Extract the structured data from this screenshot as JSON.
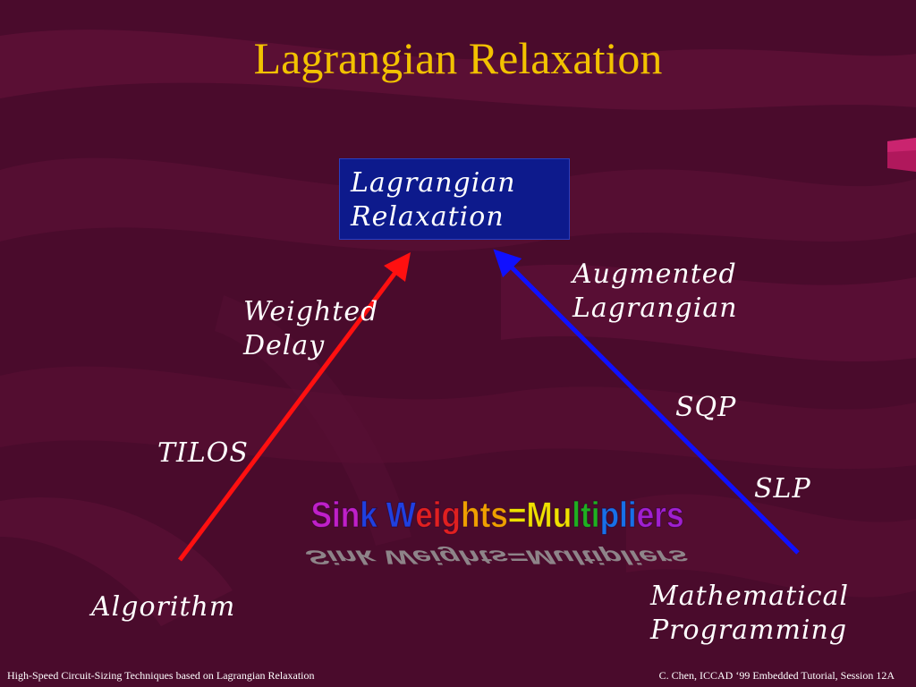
{
  "slide": {
    "title": "Lagrangian Relaxation",
    "top_node": {
      "line1": "Lagrangian",
      "line2": "Relaxation"
    },
    "left_labels": {
      "weighted_delay": {
        "line1": "Weighted",
        "line2": "Delay"
      },
      "tilos": "TILOS",
      "algorithm": "Algorithm"
    },
    "right_labels": {
      "augmented_lagrangian": {
        "line1": "Augmented",
        "line2": "Lagrangian"
      },
      "sqp": "SQP",
      "slp": "SLP",
      "mathematical_programming": {
        "line1": "Mathematical",
        "line2": "Programming"
      }
    },
    "wordart_text": "Sink Weights=Multipliers",
    "wordart_colors": [
      "#c020c8",
      "#2040e0",
      "#e02020",
      "#f0a000",
      "#f0e000",
      "#20b020",
      "#1870e8",
      "#a020d0"
    ],
    "footer_left": "High-Speed Circuit-Sizing Techniques based on Lagrangian Relaxation",
    "footer_right": "C. Chen, ICCAD ‘99 Embedded Tutorial, Session 12A"
  },
  "colors": {
    "background": "#4a0b2c",
    "title": "#f2c200",
    "box": "#0d1a8c",
    "left_arrow": "#ff1010",
    "right_arrow": "#1010ff",
    "text": "#ffffff"
  }
}
